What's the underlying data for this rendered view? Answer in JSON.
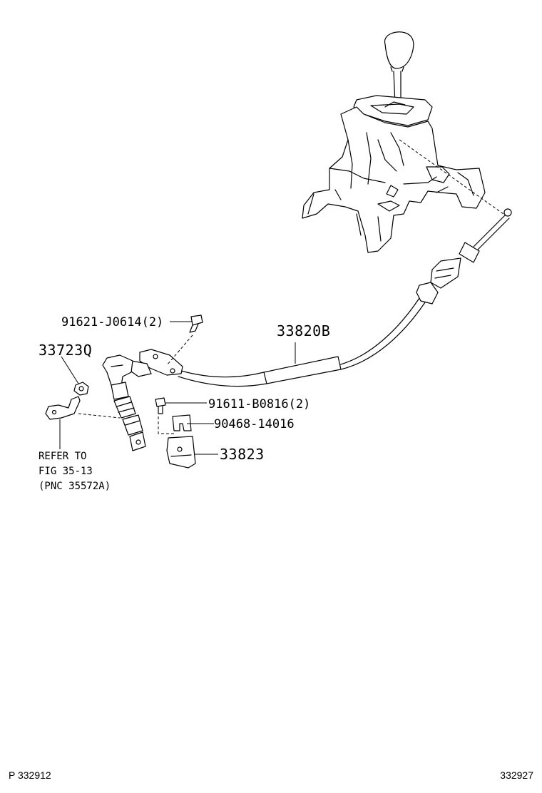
{
  "callouts": {
    "bolt_top": "91621-J0614(2)",
    "cable_assy": "33820B",
    "nut": "33723Q",
    "bolt_bottom": "91611-B0816(2)",
    "clip": "90468-14016",
    "bracket": "33823"
  },
  "reference_note": {
    "line1": "REFER TO",
    "line2": "FIG 35-13",
    "line3": "(PNC 35572A)"
  },
  "footer": {
    "left_id": "P 332912",
    "right_id": "332927"
  }
}
